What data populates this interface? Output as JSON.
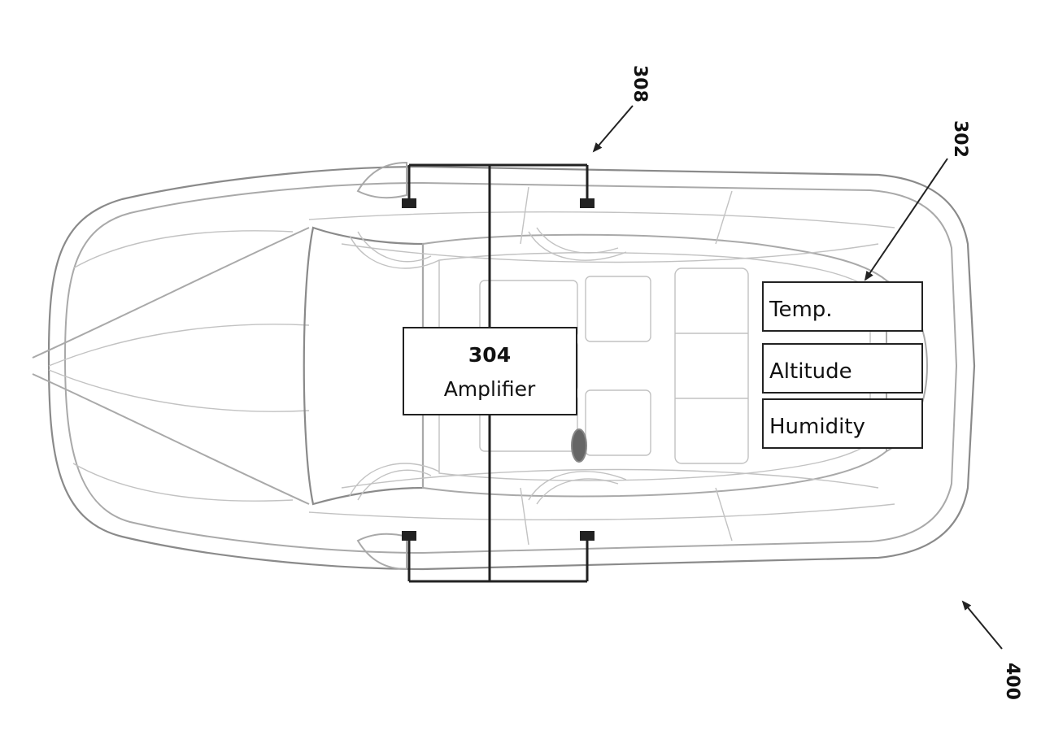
{
  "references": {
    "system": "400",
    "sensors": "302",
    "amplifier_ref": "304",
    "speakers": "308"
  },
  "amplifier": {
    "number": "304",
    "label": "Amplifier"
  },
  "sensors": [
    "Temp.",
    "Altitude",
    "Humidity"
  ]
}
